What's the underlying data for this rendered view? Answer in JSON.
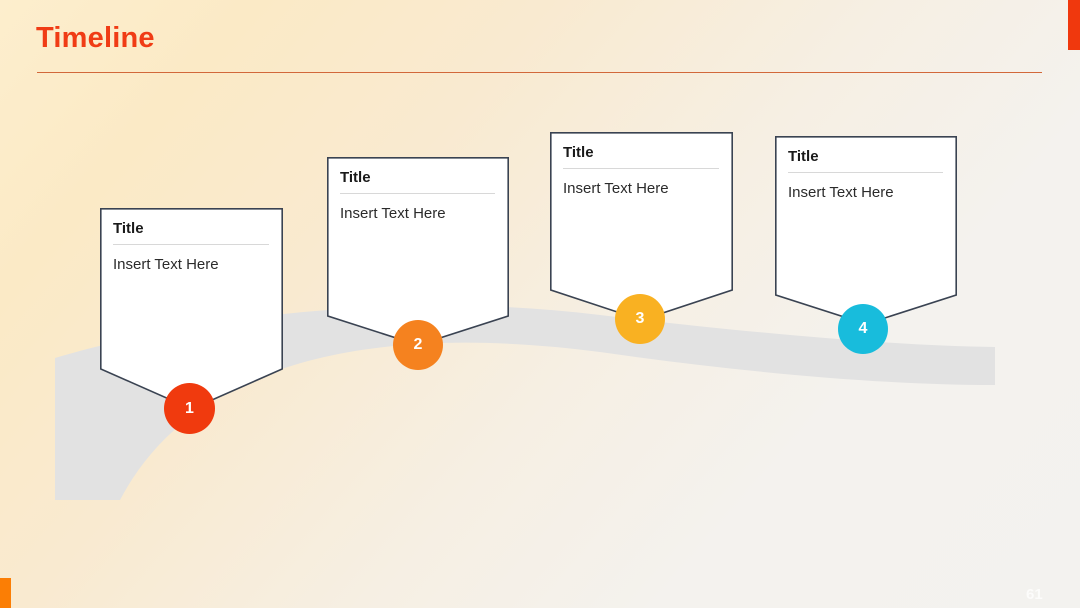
{
  "slide": {
    "title": "Timeline",
    "page_number": "61",
    "accent_color_title": "#F03C15",
    "accent_color_rule": "#D2683A",
    "accent_color_top_right": "#F0380D",
    "accent_color_bottom_left": "#FB7E05",
    "background_from": "#FDEECD",
    "background_to": "#F3F2EF",
    "ribbon_color": "#E2E2E2",
    "card_border_color": "#3A4352"
  },
  "milestones": [
    {
      "number": "1",
      "title": "Title",
      "body": "Insert Text Here",
      "color": "#F03A0E"
    },
    {
      "number": "2",
      "title": "Title",
      "body": "Insert Text Here",
      "color": "#F5821F"
    },
    {
      "number": "3",
      "title": "Title",
      "body": "Insert Text Here",
      "color": "#F9B122"
    },
    {
      "number": "4",
      "title": "Title",
      "body": "Insert Text Here",
      "color": "#18BCDC"
    }
  ]
}
